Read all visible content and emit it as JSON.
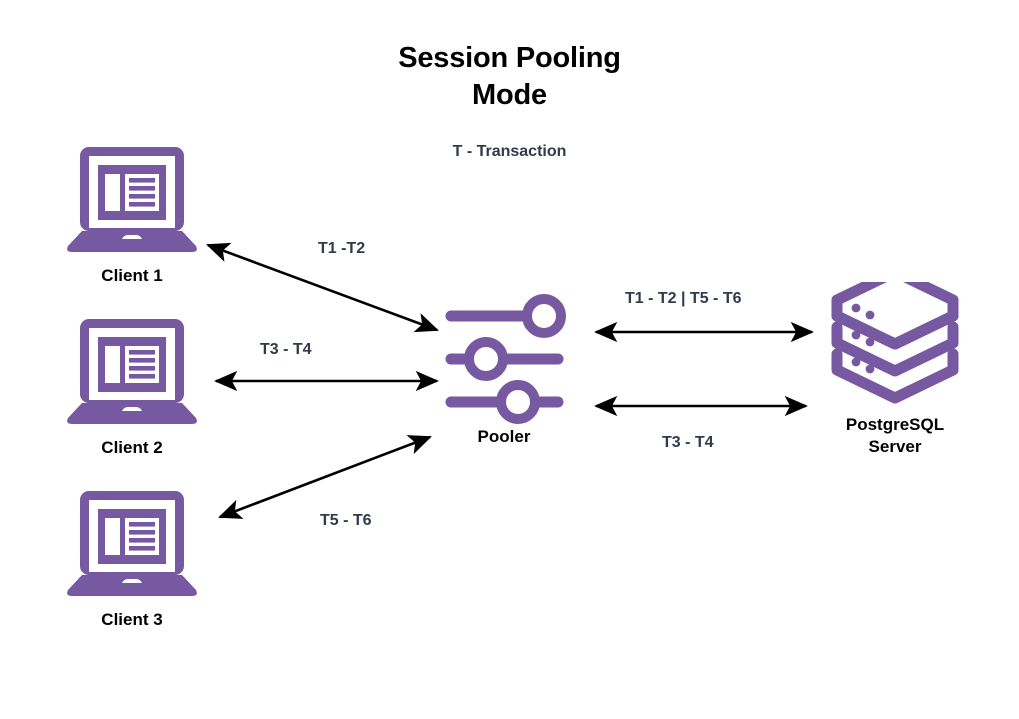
{
  "diagram": {
    "title_line1": "Session Pooling",
    "title_line2": "Mode",
    "legend": "T - Transaction",
    "colors": {
      "purple": "#7659a0",
      "label_dark": "#2f3a4a",
      "arrow": "#000000",
      "background": "#ffffff",
      "text_black": "#000000"
    }
  },
  "nodes": {
    "client1": {
      "label": "Client 1",
      "icon": "laptop-icon"
    },
    "client2": {
      "label": "Client 2",
      "icon": "laptop-icon"
    },
    "client3": {
      "label": "Client 3",
      "icon": "laptop-icon"
    },
    "pooler": {
      "label": "Pooler",
      "icon": "sliders-icon"
    },
    "server": {
      "label_line1": "PostgreSQL",
      "label_line2": "Server",
      "icon": "database-stack-icon"
    }
  },
  "edges": [
    {
      "id": "client1-pooler",
      "label": "T1 -T2",
      "from": "client1",
      "to": "pooler",
      "arrowheads": "both"
    },
    {
      "id": "client2-pooler",
      "label": "T3 - T4",
      "from": "client2",
      "to": "pooler",
      "arrowheads": "both"
    },
    {
      "id": "client3-pooler",
      "label": "T5 - T6",
      "from": "client3",
      "to": "pooler",
      "arrowheads": "both"
    },
    {
      "id": "pooler-server-top",
      "label": "T1 - T2 | T5 - T6",
      "from": "pooler",
      "to": "server",
      "arrowheads": "both"
    },
    {
      "id": "pooler-server-bottom",
      "label": "T3 - T4",
      "from": "pooler",
      "to": "server",
      "arrowheads": "both"
    }
  ]
}
